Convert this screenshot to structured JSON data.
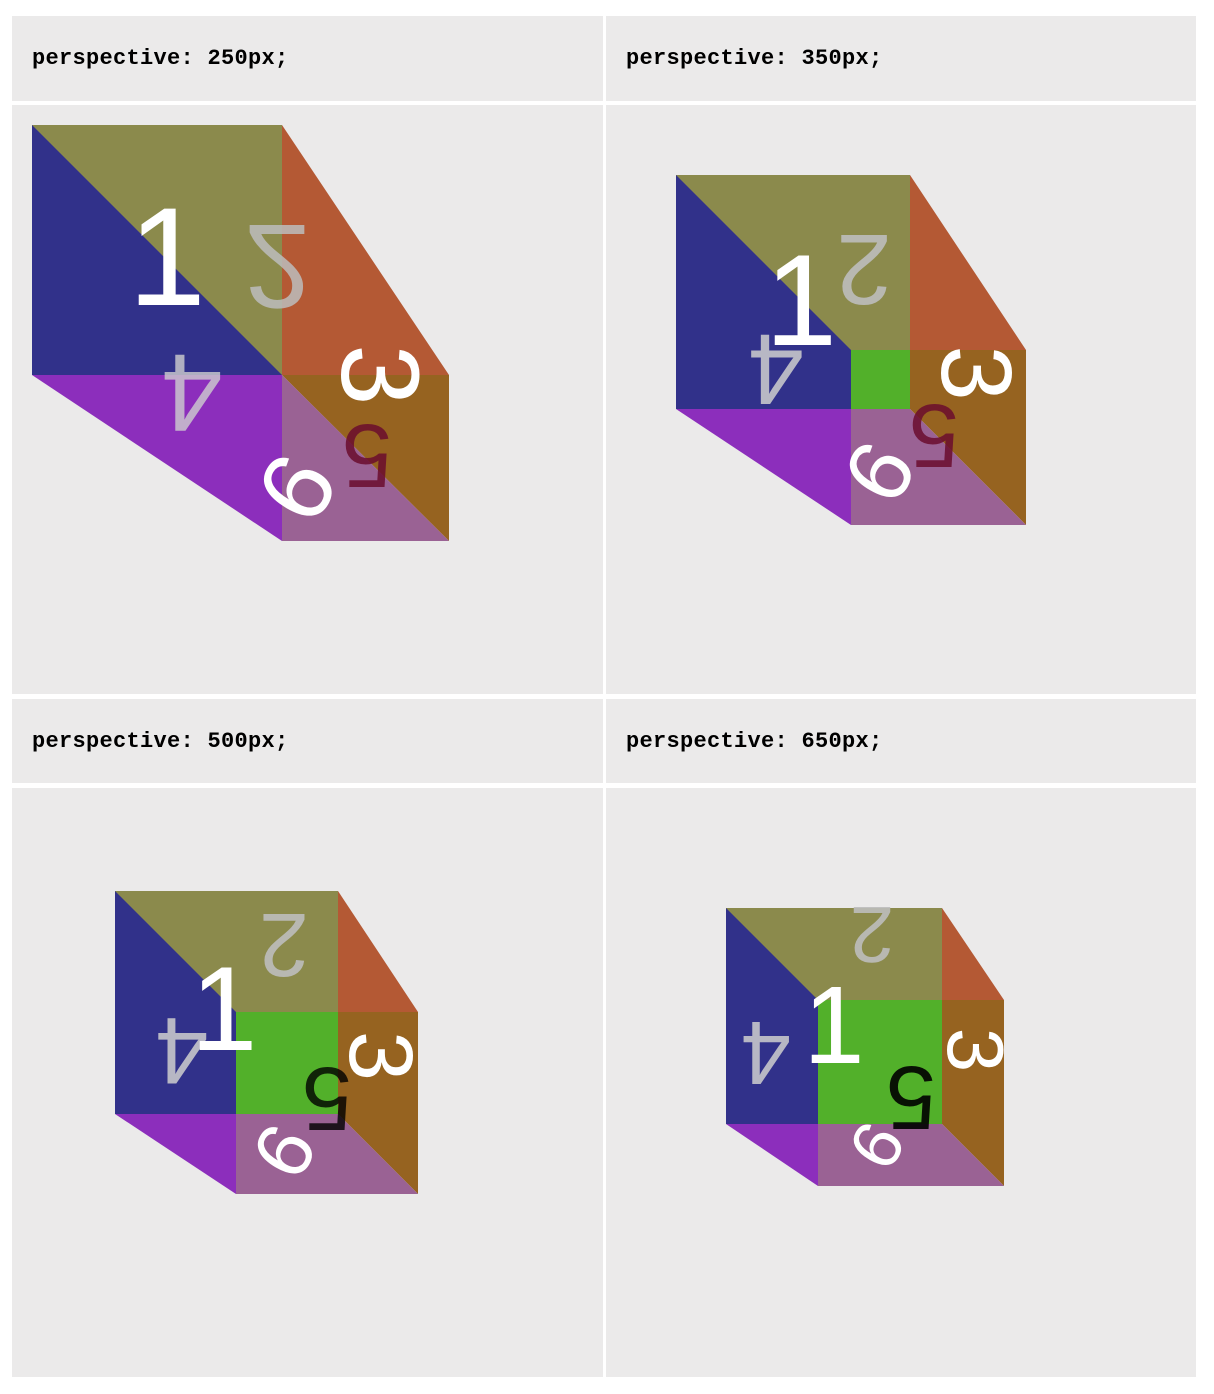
{
  "panels": [
    {
      "label": "perspective: 250px;"
    },
    {
      "label": "perspective: 350px;"
    },
    {
      "label": "perspective: 500px;"
    },
    {
      "label": "perspective: 650px;"
    }
  ],
  "faces": {
    "one": "1",
    "two": "2",
    "three": "3",
    "four": "4",
    "five": "5",
    "six": "6"
  },
  "colors": {
    "panel_bg": "#ebeaea",
    "face_back": "#8b8a4c",
    "face_left": "#31318a",
    "face_right": "#b45934",
    "face_bottom": "#8c2ebc",
    "face_front": "#52b02a",
    "face_right_lower": "#966320",
    "face_bottom_front": "#9a6294"
  }
}
